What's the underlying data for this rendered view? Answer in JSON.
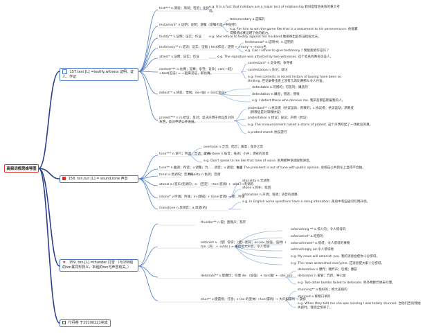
{
  "root": "高频词根思维导图",
  "branches": [
    {
      "label": "157.test [L] =testify,witness 证明、证人、作证"
    },
    {
      "label": "158. ton,tun [L] = sound,tone 声音"
    },
    {
      "label": "159. ton [L] =thunder 打雷 （与158组的ton其同形异义，本组的ton与声音有关。）"
    },
    {
      "label": "付丹香 于20190221完成"
    }
  ],
  "test": {
    "text": "test*** n.测验；测试；检验；化验",
    "text_ex": "e.g. It is a fact that holidays are a major test of relationship 假日是情侣关系的重大考验。",
    "testament": "testament* n.证明；证明；遗嘱（遗嘱也是一种证明）",
    "testament_a": "testamentary a.遗嘱的",
    "testament_ex": "e.g. For him to win the game like that is a testament to his perseverance. 他能赢得那场比赛证明了他的毅力。",
    "testify": "testify** v.证明；证实；作证",
    "testify_ex": "e.g. She refuse to testify against her husband.她拒绝出庭作证指控丈夫。",
    "testimony": "testimony** n.证词；证实；证据 | testi作证，证明 + -mony → -mony名",
    "testimonial": "testimonial* n.证明书；n.证明的",
    "testimony_ex": "e.g. Can I refuse to give testimony ? 我能拒绝作证吗 ？",
    "attest": "attest* v.证明；证实；作证",
    "attest_ex": "e.g. The signature was attested by two witnesses. 这个签名有两名见证人。",
    "contest": "contest*** n.比赛；竞赛；争夺；竞争；con(一起) +test(见证) → 一起来见证，即比赛。",
    "contestant": "contestant* n.竞争者；争夺者",
    "contestation": "contestation n.争论；辩论",
    "contest_ex": "e.g. Free contests in record history of boxing have been so thrilling. 在记录拳击史上没有几场比赛那么令人兴奋。",
    "detest": "detest** v.厌恶；憎恨；de-(强) + test(见证)",
    "detestable": "detestable a.可憎的；可恶的；嫌恶的",
    "detestation": "detestation n.嫌恶；憎恶；憎恨",
    "detest_ex": "e.g. I detest those who deceive me. 我厌恶那些欺骗我的人。",
    "protest": "protest*** n./v.抗议；反对；坚决声明于抗议反对的东西，反对申明公开进展。",
    "protestant": "protestant** n.抗议者（抗议运动；新教的；c.抗议者；抗议运动；新教徒（新教徒是对旧教抗议）",
    "protestation": "protestation n.抗议；异议；声明（抗议）",
    "protest_ex": "e.g. The announcement raised a storm of protest. 这个声明引起了一场抗议风暴。",
    "protest_ex2": "a protest march 抗议游行"
  },
  "ton": {
    "tone": "tone*** n.语气；色调；音调；音色",
    "overtone": "overtone n.泛音；暗示；寓意；弦外之音",
    "undertone": "undertone n.低音；低语；小声；潜在的含意",
    "tone_ex": "e.g. Don't speak to me like that tone of voice. 别用那种语调跟我讲话。",
    "tune": "tune** n.曲调；和谐；v.调整；为……调音；v.调谐；协调",
    "tune_ex": "e.g. The president is out of tune with public opinion. 总统在公共舆论上显得不合拍。",
    "tonal": "tonal a.色调的；音调的",
    "tonality": "tonality n.色调；音调",
    "atonal": "atonal a.(音乐)无调的；a-（否定）+ton(音调) + -al(a.)→无调的",
    "atonality": "atonality n.无调性",
    "atone": "atone v.弥补；赎回",
    "intone": "intone* v.吟诵；吟诵；in-(使成) + tone(音调) → 使…吟诵",
    "intonation": "intonation n.声调；语调；语音的调整",
    "intone_ex": "e.g. In English some questions have a rising intonation. 英语中有些疑问句用升调。",
    "monotone": "monotone n.单调音；a.单调(的)"
  },
  "thunder": {
    "thunder": "thunder** n.雷；轰隆声；怒吓",
    "astonish": "astonish v.（使）惊讶；（使）诧异；as-(ex-,加强，强调) + ton（声）+ -ish(v.) → 发出巨大声音，令人惊讶",
    "astonishing": "astonishing ** a.惊人的；令人惊讶的",
    "astonished": "astonished* a.吃惊的",
    "astonishment": "astonishment* n.惊讶；令人惊讶的事物",
    "astonishingly": "astonishingly ad.令人惊讶地",
    "astonish_ex": "e.g. My news will astonish you. 我的消息会使你十分惊讶。",
    "astonish_ex2": "e.g. The news astonished everyone. 这消息使大家十分惊讶。",
    "detonate": "detonate** v.使爆炸；引爆 de-（加强）+ ton(雷) + -ate（v.)",
    "detonation": "detonation n.爆炸；爆炸声；引爆；爆裂",
    "detonator": "detonator n.雷管；炸药；导火索",
    "detonate_ex": "e.g. Two other bombs failed to detonate. 另外两颗炸弹未引爆。",
    "stun": "stun** v.使震惊；打昏；s-(ex-的变体) +tun(雷鸣) → 大声如雷鸣 → 震惊",
    "stunning": "stunning** a.极好的；绝大美丽的",
    "stunned": "stunned a.目瞪口呆的",
    "stun_ex": "e.g. When they told me she was missing I was totally stunned. 当他们告诉我她失踪时，我完全惊呆了。"
  },
  "colors": {
    "root_border": "#d93025",
    "main_line": "#2a3f8c",
    "branch_line": "#4a78c8",
    "leaf_line": "#7aa0d8"
  }
}
